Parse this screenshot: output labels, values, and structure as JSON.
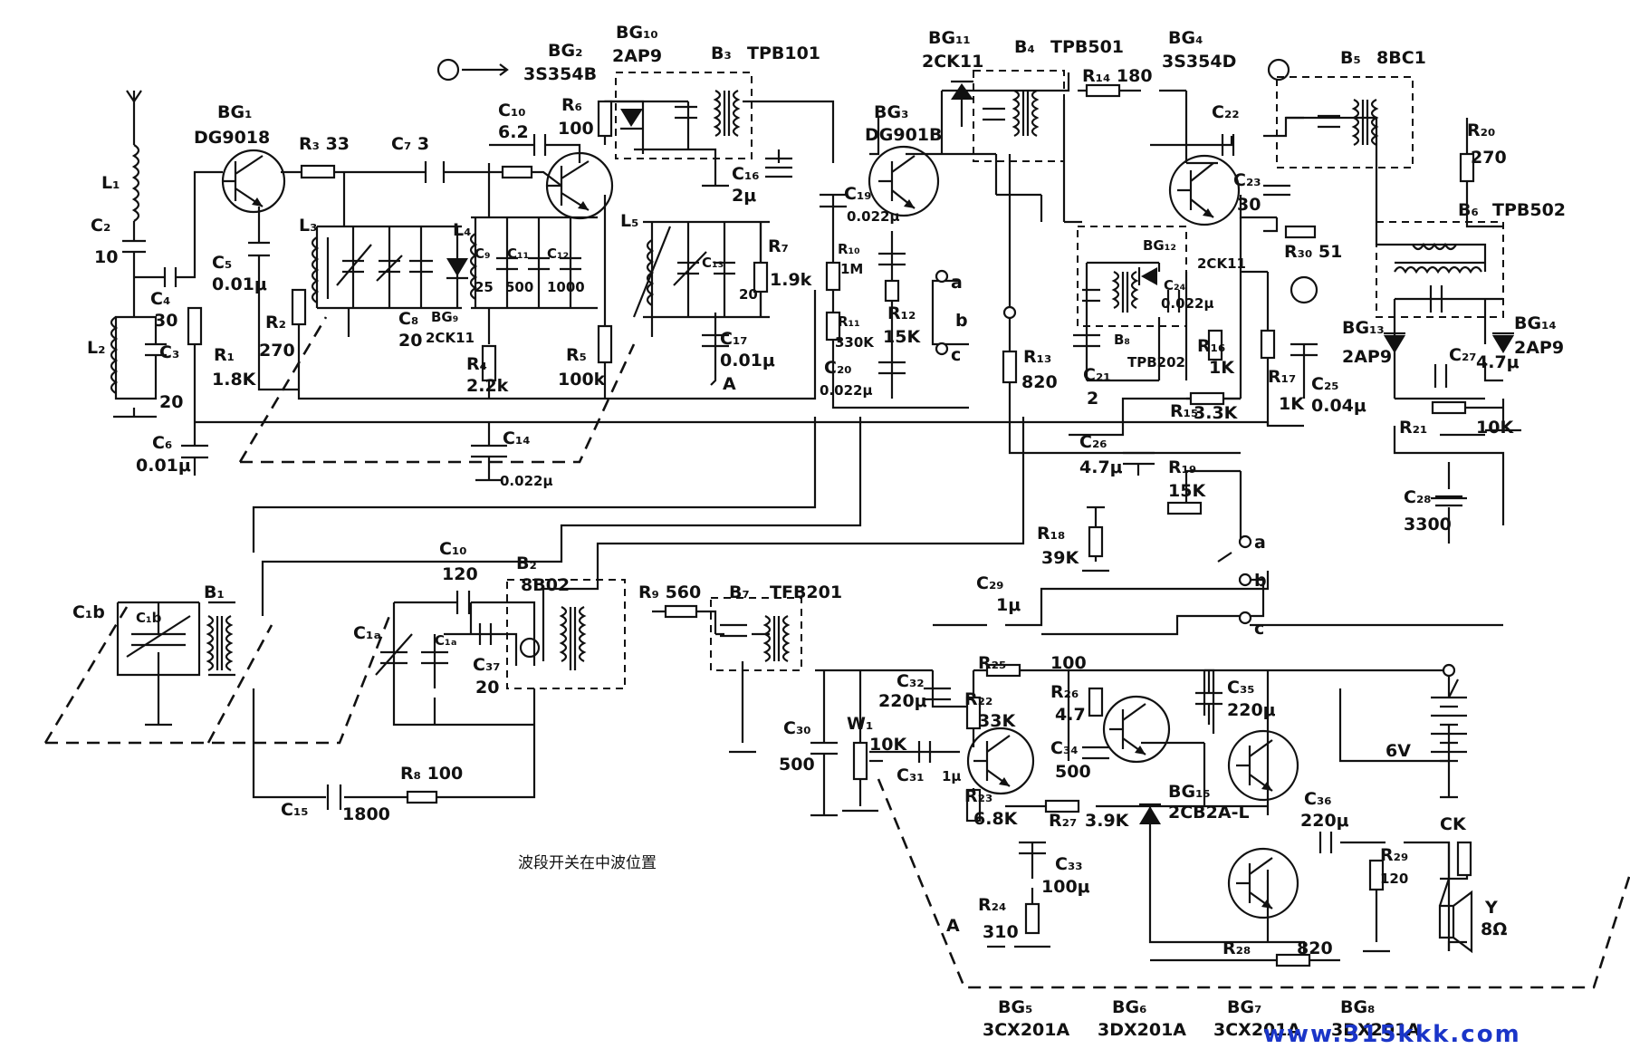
{
  "labels": {
    "bg1": "BG₁",
    "bg1_part": "DG9018",
    "bg2": "BG₂",
    "bg2_part": "3S354B",
    "bg10": "BG₁₀",
    "bg10_part": "2AP9",
    "b3": "B₃",
    "b3_part": "TPB101",
    "bg11": "BG₁₁",
    "bg11_part": "2CK11",
    "b4": "B₄",
    "b4_part": "TPB501",
    "bg4": "BG₄",
    "bg4_part": "3S354D",
    "b5": "B₅",
    "b5_part": "8BC1",
    "bg3": "BG₃",
    "bg3_part": "DG901B",
    "b6": "B₆",
    "b6_part": "TPB502",
    "bg12": "BG₁₂",
    "bg12_part": "2CK11",
    "b8": "B₈",
    "b8_part": "TPB202",
    "bg13": "BG₁₃",
    "bg13_part": "2AP9",
    "bg14": "BG₁₄",
    "bg14_part": "2AP9",
    "bg9": "BG₉",
    "bg9_part": "2CK11",
    "b1": "B₁",
    "b2": "B₂",
    "b2_part": "8B02",
    "b7": "B₇",
    "b7_part": "TFB201",
    "bg15": "BG₁₅",
    "bg15_part": "2CB2A-L",
    "bg5": "BG₅",
    "bg5_part": "3CX201A",
    "bg6": "BG₆",
    "bg6_part": "3DX201A",
    "bg7": "BG₇",
    "bg7_part": "3CX201A",
    "bg8": "BG₈",
    "bg8_part": "3DX201A",
    "l1": "L₁",
    "l2": "L₂",
    "l3": "L₃",
    "l4": "L₄",
    "l5": "L₅",
    "c2": "C₂",
    "c2_v": "10",
    "c3": "C₃",
    "c3_v": "20",
    "c4": "C₄",
    "c4_v": "30",
    "c5": "C₅",
    "c5_v": "0.01μ",
    "c6": "C₆",
    "c6_v": "0.01μ",
    "c7": "C₇ 3",
    "c8": "C₈",
    "c8_v": "20",
    "c9": "C₉",
    "c9_v": "25",
    "c11": "C₁₁",
    "c11_v": "500",
    "c12": "C₁₂",
    "c12_v": "1000",
    "c10a": "C₁₀",
    "c10a_v": "6.2",
    "c16": "C₁₆",
    "c16_v": "2μ",
    "c17": "C₁₇",
    "c17_v": "0.01μ",
    "c13": "C₁₃",
    "c13_v": "20",
    "c19": "C₁₉",
    "c19_v": "0.022μ",
    "c20": "C₂₀",
    "c20_v": "0.022μ",
    "c14": "C₁₄",
    "c14_v": "0.022μ",
    "c22": "C₂₂",
    "c23": "C₂₃",
    "c23_v": "30",
    "c24": "C₂₄",
    "c24_v": "0.022μ",
    "c21": "C₂₁",
    "c21_v": "2",
    "c25": "C₂₅",
    "c25_v": "0.04μ",
    "c26": "C₂₆",
    "c26_v": "4.7μ",
    "c27": "C₂₇",
    "c27_v": "4.7μ",
    "c28": "C₂₈",
    "c28_v": "3300",
    "c29": "C₂₉",
    "c29_v": "1μ",
    "c10b": "C₁₀",
    "c10b_v": "120",
    "c37": "C₃₇",
    "c37_v": "20",
    "c1a": "C₁ₐ",
    "c1b": "C₁b",
    "c15": "C₁₅",
    "c15_v": "1800",
    "c30": "C₃₀",
    "c30_v": "500",
    "c31": "C₃₁",
    "c31_v": "1μ",
    "c32": "C₃₂",
    "c32_v": "220μ",
    "c33": "C₃₃",
    "c33_v": "100μ",
    "c34": "C₃₄",
    "c34_v": "500",
    "c35": "C₃₅",
    "c35_v": "220μ",
    "c36": "C₃₆",
    "c36_v": "220μ",
    "r1": "R₁",
    "r1_v": "1.8K",
    "r2": "R₂",
    "r2_v": "270",
    "r3": "R₃ 33",
    "r4": "R₄",
    "r4_v": "2.2k",
    "r5": "R₅",
    "r5_v": "100k",
    "r6": "R₆",
    "r6_v": "100",
    "r7": "R₇",
    "r7_v": "1.9k",
    "r8": "R₈ 100",
    "r9": "R₉ 560",
    "r10": "R₁₀",
    "r10_v": "1M",
    "r11": "R₁₁",
    "r11_v": "330K",
    "r12": "R₁₂",
    "r12_v": "15K",
    "r13": "R₁₃",
    "r13_v": "820",
    "r14": "R₁₄ 180",
    "r15": "R₁₅",
    "r15_v": "3.3K",
    "r16": "R₁₆",
    "r16_v": "1K",
    "r17": "R₁₇",
    "r17_v": "1K",
    "r18": "R₁₈",
    "r18_v": "39K",
    "r19": "R₁₉",
    "r19_v": "15K",
    "r20": "R₂₀",
    "r20_v": "270",
    "r30": "R₃₀ 51",
    "r21": "R₂₁",
    "r21_v": "10K",
    "r22": "R₂₂",
    "r22_v": "33K",
    "r23": "R₂₃",
    "r23_v": "6.8K",
    "r24": "R₂₄",
    "r24_v": "310",
    "r25": "R₂₅",
    "r25_v": "100",
    "r26": "R₂₆",
    "r26_v": "4.7",
    "r27": "R₂₇",
    "r27_v": "3.9K",
    "r28": "R₂₈",
    "r28_v": "820",
    "r29": "R₂₉",
    "r29_v": "120",
    "w1": "W₁",
    "w1_v": "10K",
    "battery": "6V",
    "ck": "CK",
    "speaker": "Y",
    "speaker_v": "8Ω",
    "sw_a": "a",
    "sw_b": "b",
    "sw_c": "c",
    "node_a": "A",
    "caption": "波段开关在中波位置",
    "watermark": "www.315kkk.com"
  }
}
